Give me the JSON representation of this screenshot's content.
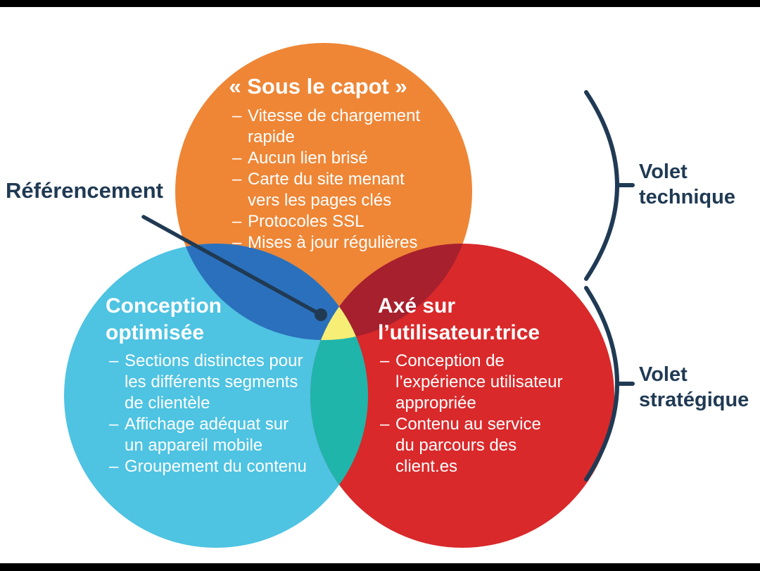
{
  "colors": {
    "orange": "#EE8636",
    "cyan": "#4EC3E2",
    "red": "#D9292B",
    "overlap_orange_cyan": "#2B70BC",
    "overlap_orange_red": "#A7202E",
    "overlap_cyan_red": "#1FB5AB",
    "overlap_center": "#F6EE75",
    "navy": "#203A54",
    "text_on_circles": "#FFFFFF"
  },
  "venn": {
    "center_label": "Référencement",
    "circles": [
      {
        "id": "sous-le-capot",
        "title": "« Sous le capot »",
        "bullets": [
          "Vitesse de chargement\nrapide",
          "Aucun lien brisé",
          "Carte du site menant\nvers les pages clés",
          "Protocoles SSL",
          "Mises à jour régulières"
        ]
      },
      {
        "id": "conception-optimisee",
        "title": "Conception\noptimisée",
        "bullets": [
          "Sections distinctes pour\nles différents segments\nde clientèle",
          "Affichage adéquat sur\nun appareil mobile",
          "Groupement du contenu"
        ]
      },
      {
        "id": "axe-sur-utilisateur",
        "title": "Axé sur\nl’utilisateur.trice",
        "bullets": [
          "Conception de\nl’expérience utilisateur\nappropriée",
          "Contenu au service\ndu parcours des\nclient.es"
        ]
      }
    ],
    "brackets": [
      {
        "id": "volet-technique",
        "label": "Volet\ntechnique"
      },
      {
        "id": "volet-strategique",
        "label": "Volet\nstratégique"
      }
    ]
  }
}
